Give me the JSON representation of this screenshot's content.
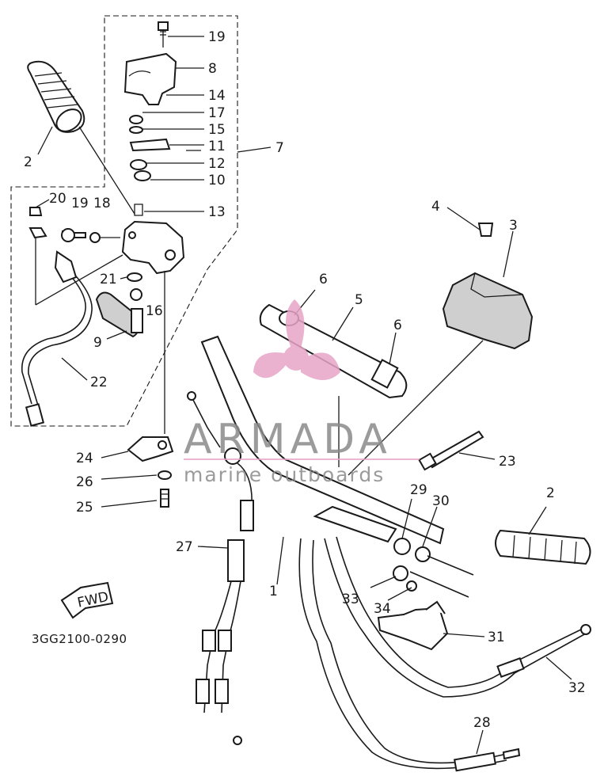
{
  "diagram": {
    "code": "3GG2100-0290",
    "fwd_label": "FWD"
  },
  "watermark": {
    "brand": "ARMADA",
    "tagline": "marine outboards",
    "brand_color": "#8a8a8a",
    "logo_color": "#e8a5c8"
  },
  "callouts": {
    "c19a": "19",
    "c8": "8",
    "c14": "14",
    "c17": "17",
    "c15": "15",
    "c11": "11",
    "c12": "12",
    "c10": "10",
    "c7": "7",
    "c13": "13",
    "c2a": "2",
    "c20": "20",
    "c19b": "19",
    "c18": "18",
    "c21": "21",
    "c16": "16",
    "c9": "9",
    "c22": "22",
    "c4": "4",
    "c3": "3",
    "c6a": "6",
    "c5": "5",
    "c6b": "6",
    "c23": "23",
    "c24": "24",
    "c26": "26",
    "c25": "25",
    "c27": "27",
    "c1": "1",
    "c29": "29",
    "c30": "30",
    "c2b": "2",
    "c33": "33",
    "c34": "34",
    "c31": "31",
    "c32": "32",
    "c28": "28"
  }
}
